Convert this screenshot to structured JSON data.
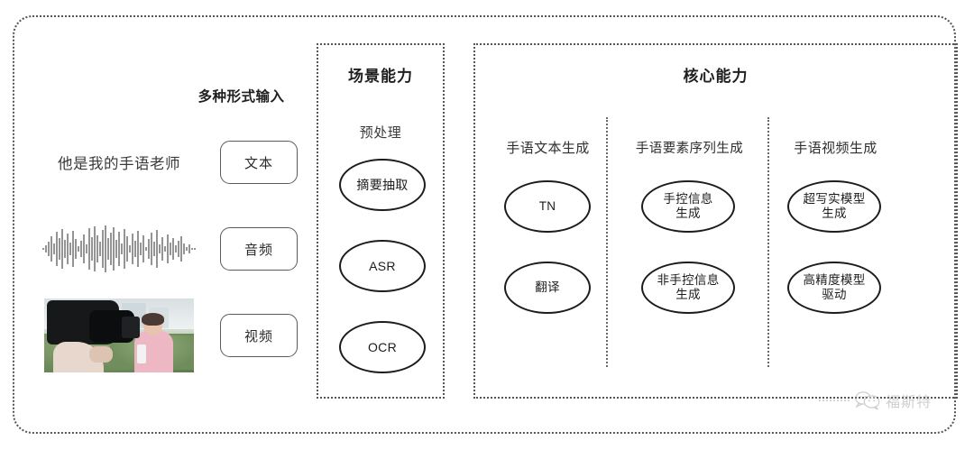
{
  "input_section": {
    "heading": "多种形式输入",
    "rows": [
      {
        "media_type": "text",
        "sample_text": "他是我的手语老师",
        "chip_label": "文本"
      },
      {
        "media_type": "waveform",
        "sample_text": "",
        "chip_label": "音频"
      },
      {
        "media_type": "video",
        "sample_text": "",
        "chip_label": "视频"
      }
    ]
  },
  "scene_panel": {
    "title": "场景能力",
    "subtitle": "预处理",
    "nodes": [
      "摘要抽取",
      "ASR",
      "OCR"
    ]
  },
  "core_panel": {
    "title": "核心能力",
    "columns": [
      {
        "title": "手语文本生成",
        "nodes": [
          "TN",
          "翻译"
        ]
      },
      {
        "title": "手语要素序列生成",
        "nodes": [
          "手控信息\n生成",
          "非手控信息\n生成"
        ]
      },
      {
        "title": "手语视频生成",
        "nodes": [
          "超写实模型\n生成",
          "高精度模型\n驱动"
        ]
      }
    ]
  },
  "watermark": {
    "icon": "wechat-icon",
    "text": "福斯特"
  },
  "colors": {
    "border": "#555555",
    "node_stroke": "#1c1c1c",
    "text": "#2b2b2b",
    "watermark": "#8c8c8c"
  }
}
